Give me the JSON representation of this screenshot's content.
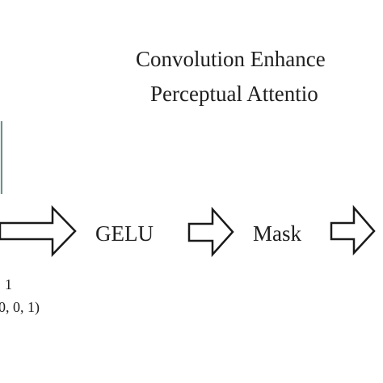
{
  "title": {
    "line1": "Convolution Enhance",
    "line2": "Perceptual Attentio"
  },
  "nodes": {
    "gelu": "GELU",
    "mask": "Mask"
  },
  "left_annotation": {
    "line1": "1",
    "line2": "0, 0, 1)"
  },
  "colors": {
    "arrow_stroke": "#1a1a1a",
    "box_edge": "#6f8f8a"
  }
}
